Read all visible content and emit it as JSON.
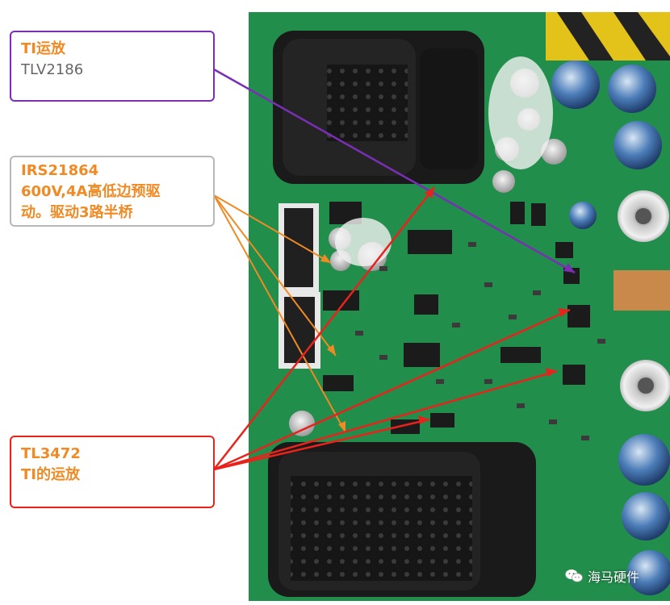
{
  "callouts": {
    "ti_opamp": {
      "line1": "TI运放",
      "line2": "TLV2186",
      "color": "#7a2fb5"
    },
    "driver": {
      "line1": "IRS21864",
      "line2": "600V,4A高低边预驱",
      "line3": "动。驱动3路半桥",
      "color": "#f08a24"
    },
    "tl3472": {
      "line1": "TL3472",
      "line2": "TI的运放",
      "color": "#e8231c"
    }
  },
  "watermark": {
    "text": "海马硬件",
    "icon": "wechat-icon"
  },
  "colors": {
    "pcb": "#1f8a4a",
    "connector": "#1a1a1a",
    "label_text": "#f08a24"
  }
}
